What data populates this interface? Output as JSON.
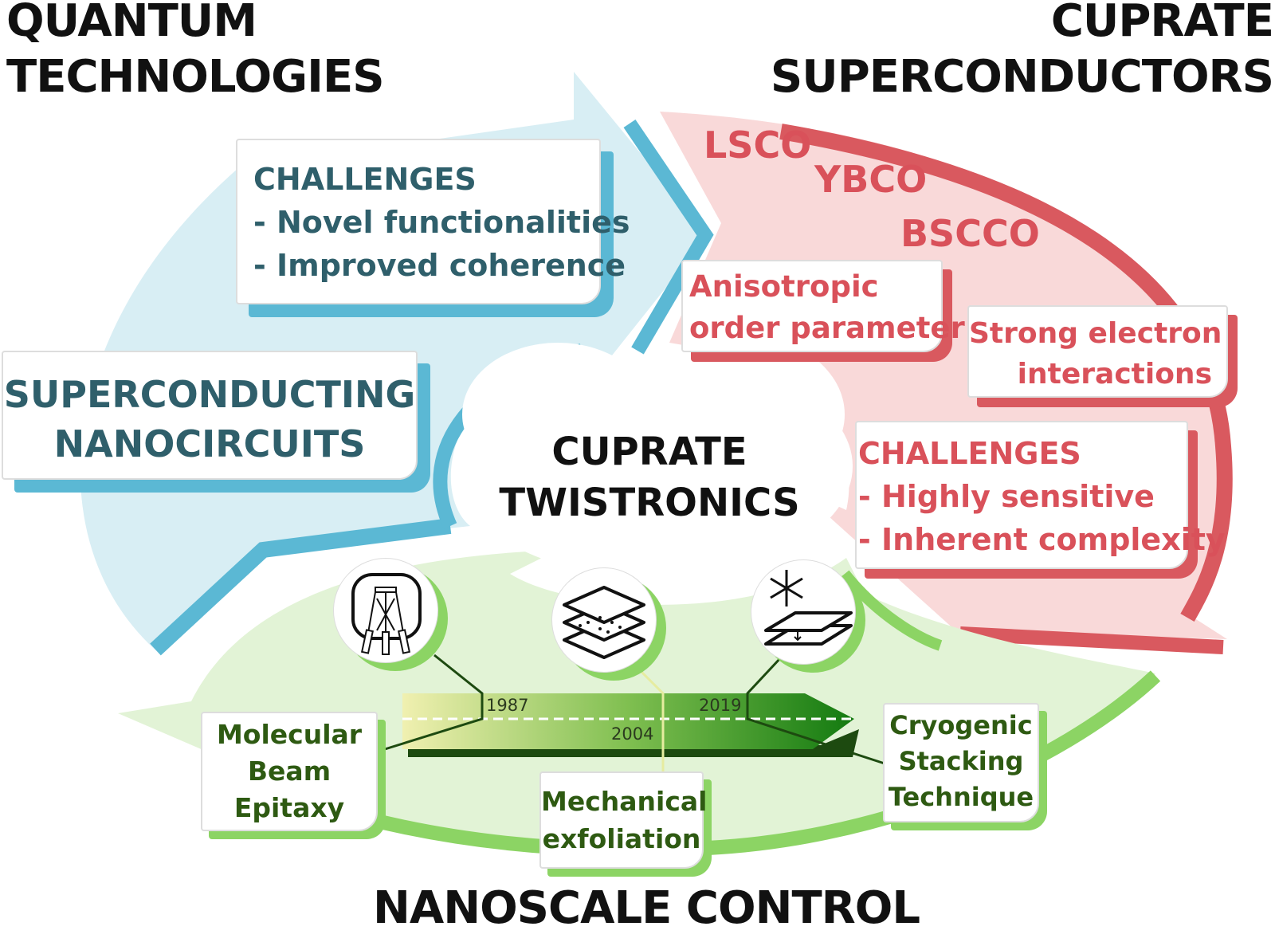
{
  "titles": {
    "quantum": [
      "QUANTUM",
      "TECHNOLOGIES"
    ],
    "cuprate": [
      "CUPRATE",
      "SUPERCONDUCTORS"
    ],
    "nanoscale": "NANOSCALE CONTROL",
    "center": [
      "CUPRATE",
      "TWISTRONICS"
    ]
  },
  "quantum": {
    "challenges": [
      "CHALLENGES",
      "- Novel functionalities",
      "- Improved coherence"
    ],
    "nanocircuits": [
      "SUPERCONDUCTING",
      "NANOCIRCUITS"
    ]
  },
  "cuprate": {
    "materials": [
      "LSCO",
      "YBCO",
      "BSCCO"
    ],
    "anisotropic": [
      "Anisotropic",
      "order parameter"
    ],
    "electron": [
      "Strong electron",
      "interactions"
    ],
    "challenges": [
      "CHALLENGES",
      "- Highly sensitive",
      "- Inherent complexity"
    ]
  },
  "nanoscale": {
    "mbe": [
      "Molecular",
      "Beam",
      "Epitaxy"
    ],
    "exfoliation": [
      "Mechanical",
      "exfoliation"
    ],
    "cryo": [
      "Cryogenic",
      "Stacking",
      "Technique"
    ],
    "years": [
      "1987",
      "2004",
      "2019"
    ],
    "icons": [
      "mbe-chamber-icon",
      "layered-sheets-icon",
      "snowflake-stacking-icon"
    ]
  },
  "colors": {
    "blue_light": "#d8eef4",
    "blue_dark": "#5bb8d4",
    "red_light": "#f9d9d9",
    "red_dark": "#d9595f",
    "green_light": "#e2f3d6",
    "green_dark": "#8cd464"
  }
}
